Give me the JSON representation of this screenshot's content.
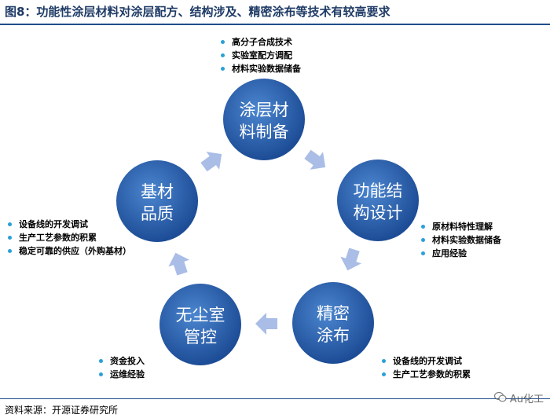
{
  "title": "图8：功能性涂层材料对涂层配方、结构涉及、精密涂布等技术有较高要求",
  "nodes": [
    {
      "id": "coating-material",
      "lines": [
        "涂层材",
        "料制备"
      ]
    },
    {
      "id": "functional-structure",
      "lines": [
        "功能结",
        "构设计"
      ]
    },
    {
      "id": "precision-coating",
      "lines": [
        "精密",
        "涂布"
      ]
    },
    {
      "id": "cleanroom",
      "lines": [
        "无尘室",
        "管控"
      ]
    },
    {
      "id": "substrate",
      "lines": [
        "基材",
        "品质"
      ]
    }
  ],
  "bullet_groups": [
    {
      "id": "coating-material",
      "items": [
        "高分子合成技术",
        "实验室配方调配",
        "材料实验数据储备"
      ]
    },
    {
      "id": "functional-structure",
      "items": [
        "原材料特性理解",
        "材料实验数据储备",
        "应用经验"
      ]
    },
    {
      "id": "precision-coating",
      "items": [
        "设备线的开发调试",
        "生产工艺参数的积累"
      ]
    },
    {
      "id": "cleanroom",
      "items": [
        "资金投入",
        "运维经验"
      ]
    },
    {
      "id": "substrate",
      "items": [
        "设备线的开发调试",
        "生产工艺参数的积累",
        "稳定可靠的供应（外购基材）"
      ]
    }
  ],
  "source": "资料来源：开源证券研究所",
  "watermark": "Au化工",
  "colors": {
    "node_dark": "#1d4c96",
    "node_light": "#4b86cf",
    "arrow": "#a9bde6",
    "bullet": "#2aa0d8",
    "title": "#1f3b66"
  }
}
